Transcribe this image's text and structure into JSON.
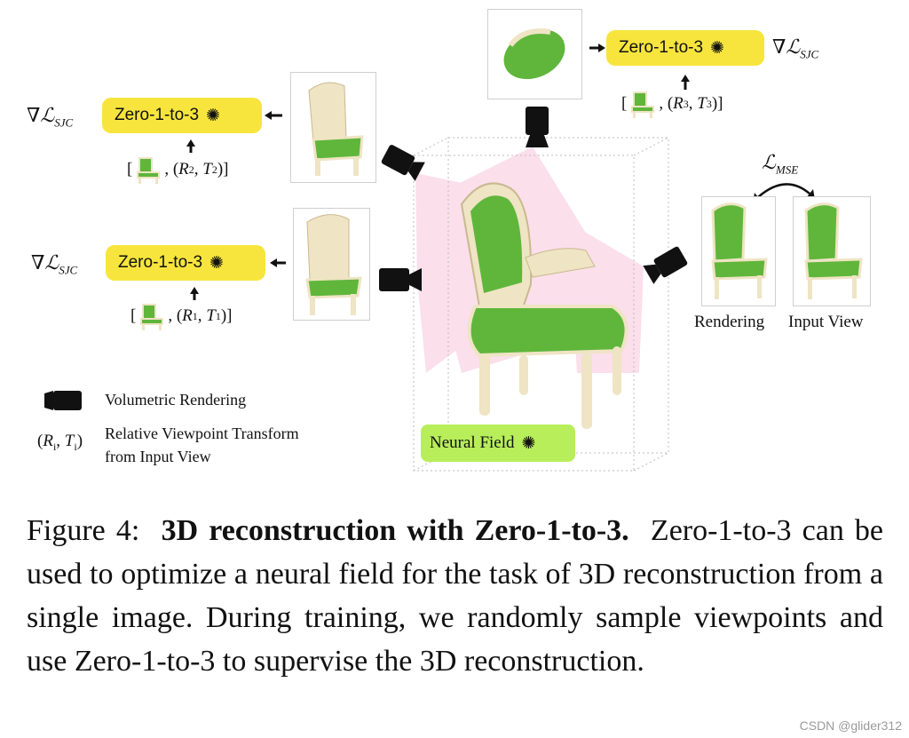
{
  "figure": {
    "model_label": "Zero-1-to-3",
    "neural_field_label": "Neural Field",
    "loss_sjc_symbol": "∇ℒ",
    "loss_sjc_sub": "SJC",
    "loss_mse_symbol": "ℒ",
    "loss_mse_sub": "MSE",
    "rendering_label": "Rendering",
    "input_view_label": "Input View",
    "conditions": [
      {
        "R": "R",
        "T": "T",
        "idx": "1"
      },
      {
        "R": "R",
        "T": "T",
        "idx": "2"
      },
      {
        "R": "R",
        "T": "T",
        "idx": "3"
      }
    ],
    "legend": {
      "volumetric": "Volumetric Rendering",
      "transform_symbol_R": "R",
      "transform_symbol_T": "T",
      "transform_sub": "i",
      "transform_line1": "Relative Viewpoint Transform",
      "transform_line2": "from Input View"
    },
    "colors": {
      "model_box": "#f7e53d",
      "neural_field_box": "#b8ee5a",
      "frustum": "#f4a6c8",
      "chair_seat": "#5fb63b",
      "chair_frame": "#efe4c4"
    }
  },
  "caption": {
    "prefix": "Figure 4:",
    "bold": "3D reconstruction with Zero-1-to-3.",
    "body": "Zero-1-to-3 can be used to optimize a neural field for the task of 3D reconstruction from a single image. During training, we randomly sample viewpoints and use Zero-1-to-3 to supervise the 3D reconstruction."
  },
  "watermark": "CSDN @glider312"
}
